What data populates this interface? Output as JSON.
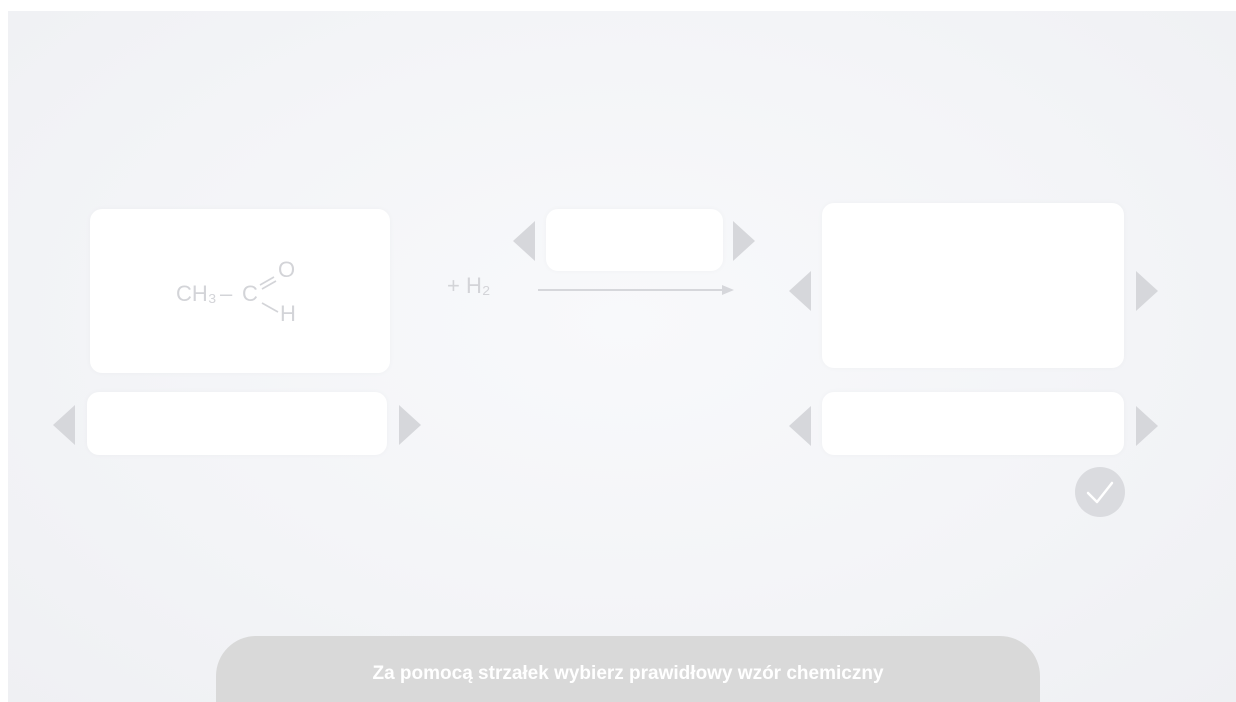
{
  "reactant": {
    "ch3": "CH₃",
    "dash": "–",
    "carbon": "C",
    "oxygen": "O",
    "hydrogen": "H"
  },
  "reagent": "+ H₂",
  "instruction": "Za pomocą strzałek wybierz prawidłowy wzór chemiczny",
  "colors": {
    "background": "#f3f4f7",
    "card": "#ffffff",
    "arrow": "#d6d7db",
    "text": "#d3d4d8",
    "instruction_bg": "#d9d9d9",
    "check_bg": "#dadbdf"
  },
  "icons": {
    "arrow_left": "triangle-left-icon",
    "arrow_right": "triangle-right-icon",
    "check": "check-icon",
    "reaction_arrow": "reaction-arrow-icon"
  }
}
